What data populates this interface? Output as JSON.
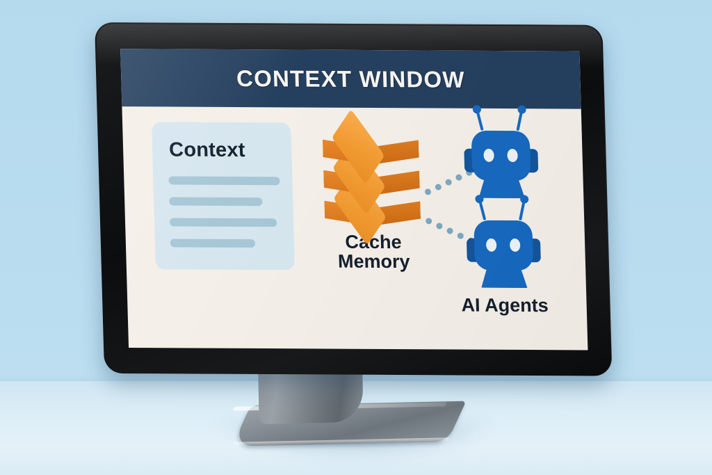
{
  "scene": {
    "background_color": "#b7dbef",
    "desk_color": "#dceef7",
    "device": "desktop-monitor"
  },
  "monitor": {
    "bezel_color": "#0d0e10",
    "stand_color": "#868e95"
  },
  "screen": {
    "background_color": "#f4efe8",
    "header": {
      "title": "CONTEXT WINDOW",
      "background_color": "#25405f",
      "text_color": "#f7f6f3"
    },
    "context_card": {
      "title": "Context",
      "background_color": "#d6e6ef",
      "line_color": "#a7c7d7",
      "placeholder_lines": [
        {
          "width_pct": 100
        },
        {
          "width_pct": 84
        },
        {
          "width_pct": 96
        },
        {
          "width_pct": 76
        }
      ]
    },
    "cache": {
      "label_line1": "Cache",
      "label_line2": "Memory",
      "icon": "stacked-layers-icon",
      "layer_count": 3,
      "top_color": "#f29b32",
      "side_color": "#d9761c",
      "label_color": "#14202e"
    },
    "agents": {
      "label": "AI Agents",
      "icon": "robot-icon",
      "robot_count": 2,
      "robot_color": "#1769c0",
      "robot_shadow_color": "#13569b",
      "eye_color": "#eef3f6",
      "label_color": "#14202e"
    },
    "connectors": {
      "style": "dotted",
      "dot_color": "#7fa8c0",
      "links": [
        {
          "from": "cache-memory",
          "to": "ai-agent-1"
        },
        {
          "from": "cache-memory",
          "to": "ai-agent-2"
        }
      ]
    }
  }
}
